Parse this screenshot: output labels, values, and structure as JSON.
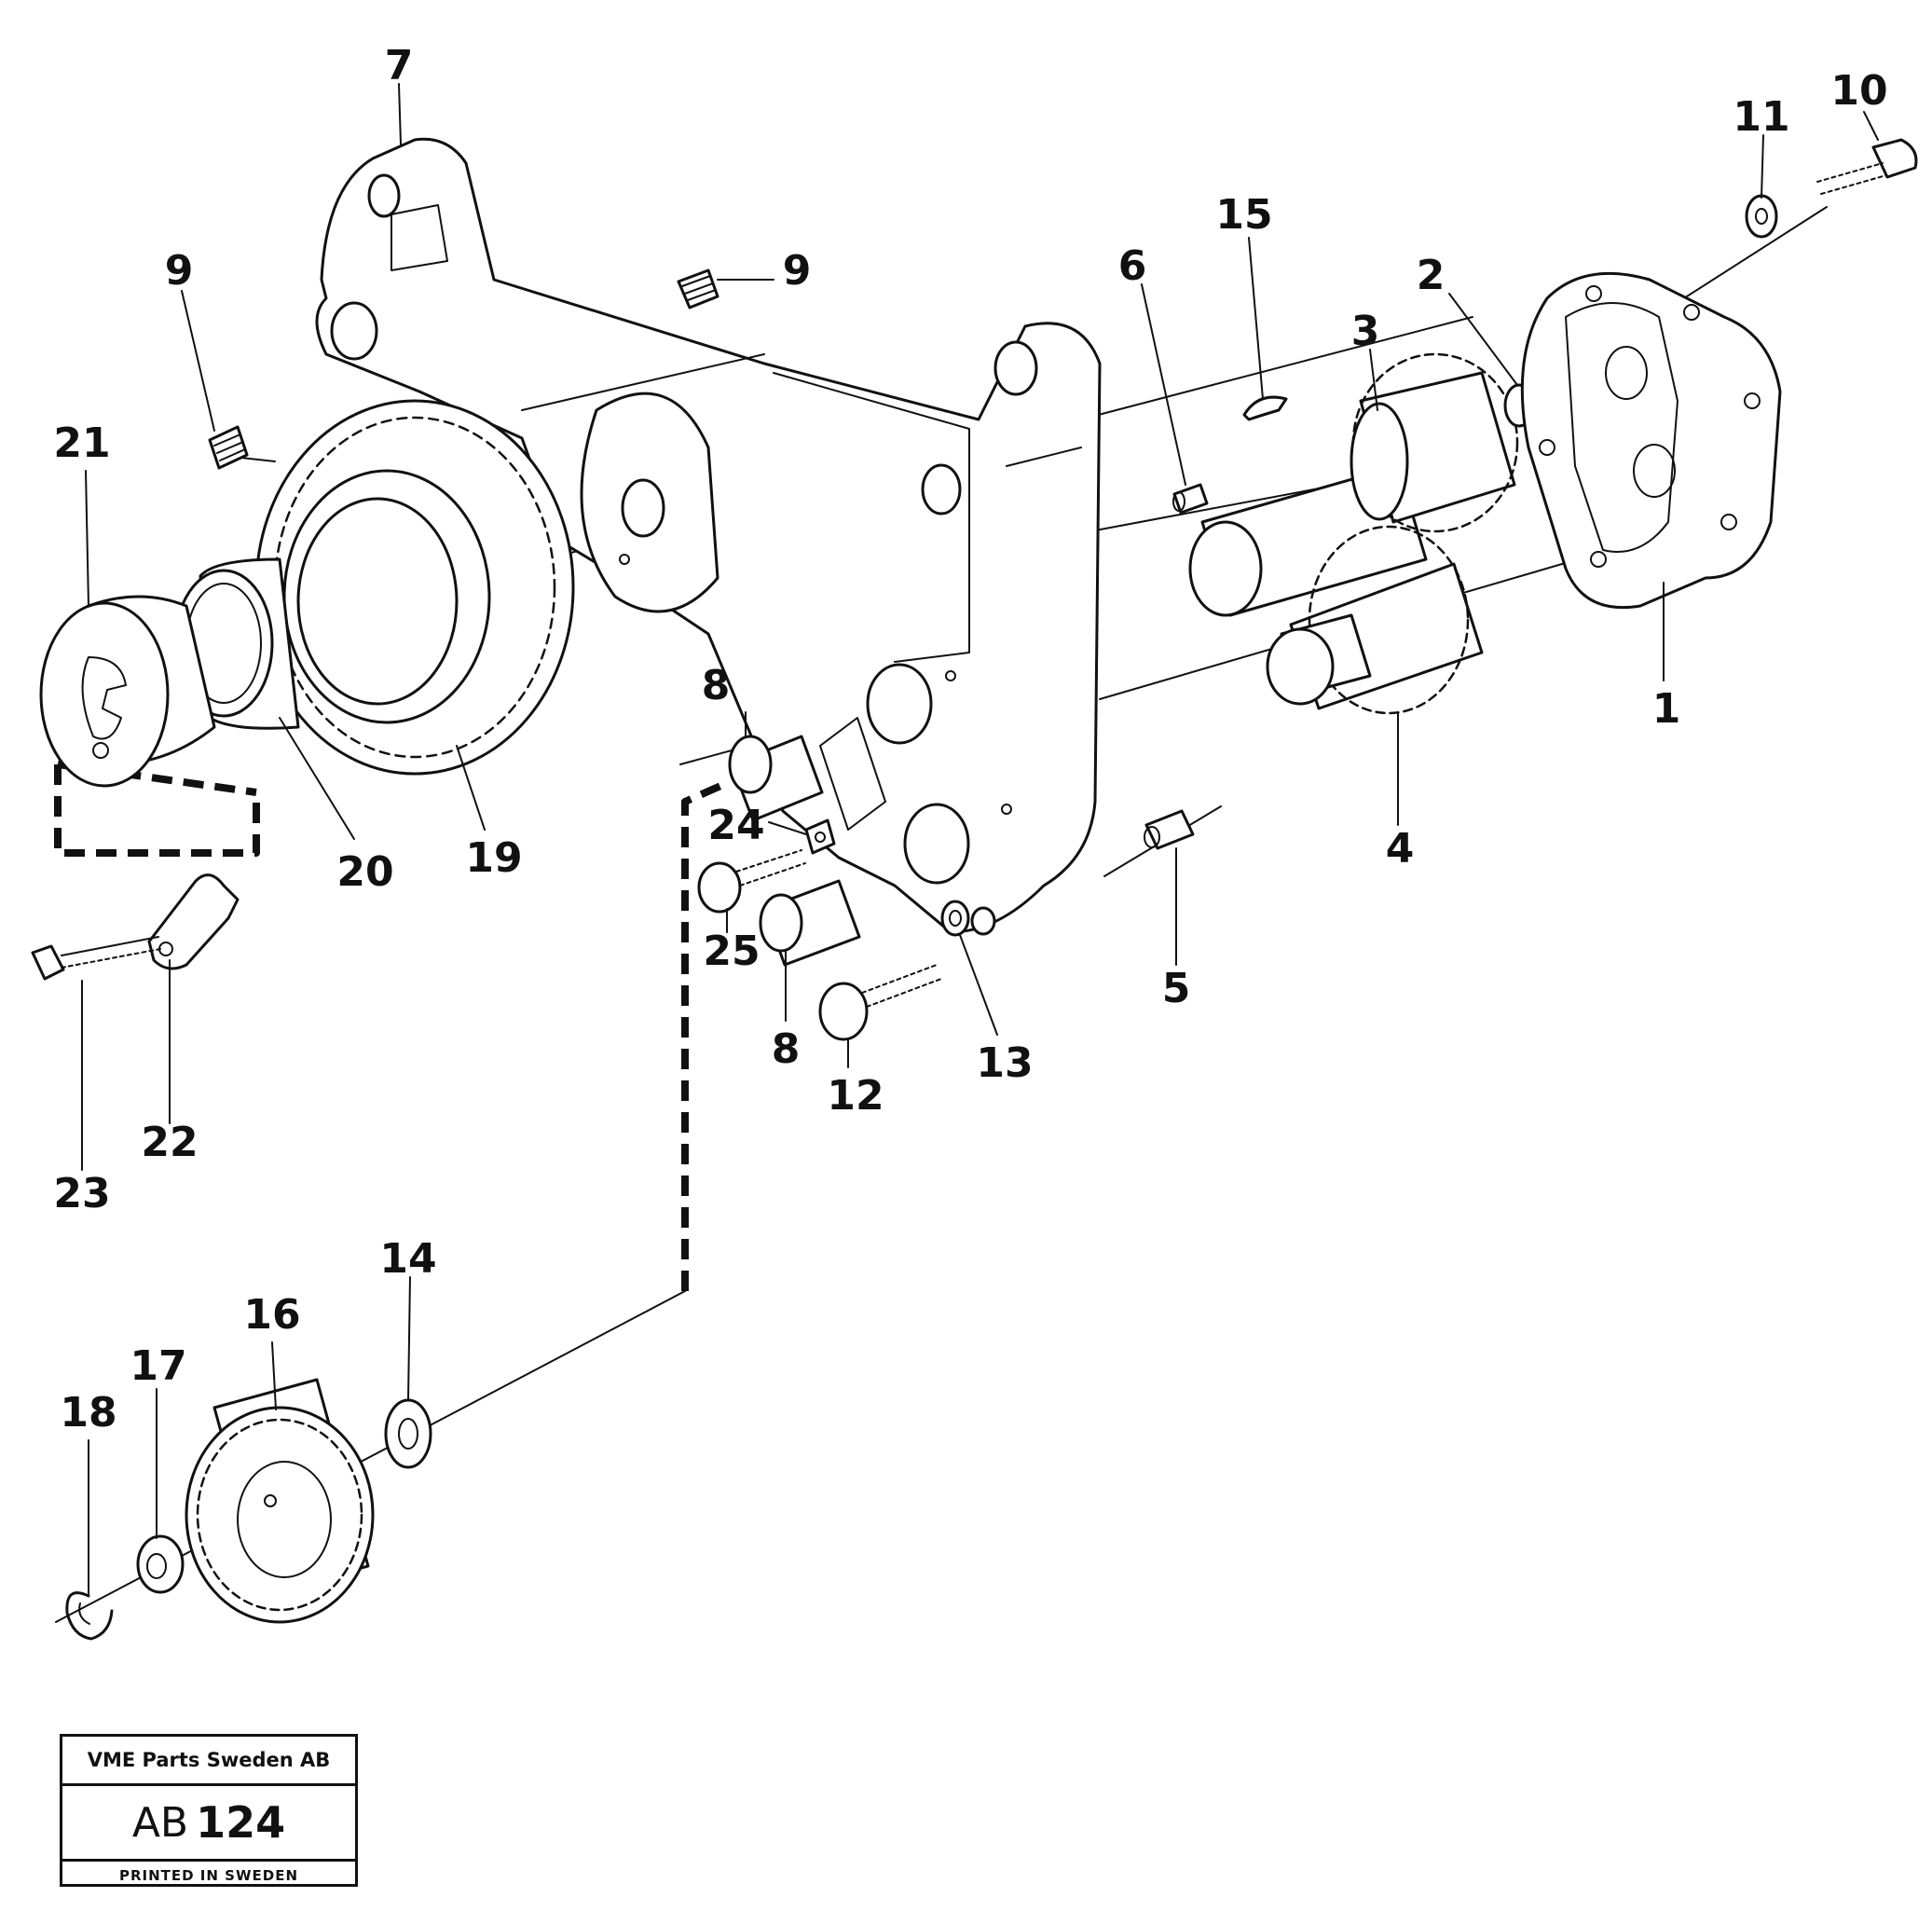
{
  "diagram": {
    "callouts": [
      "7",
      "9",
      "9",
      "21",
      "19",
      "20",
      "23",
      "22",
      "10",
      "11",
      "15",
      "6",
      "3",
      "2",
      "1",
      "4",
      "5",
      "8",
      "24",
      "25",
      "8",
      "12",
      "13",
      "14",
      "16",
      "17",
      "18"
    ]
  },
  "title_block": {
    "company": "VME Parts Sweden AB",
    "code_prefix": "AB",
    "code_number": "124",
    "printed": "PRINTED IN SWEDEN"
  }
}
